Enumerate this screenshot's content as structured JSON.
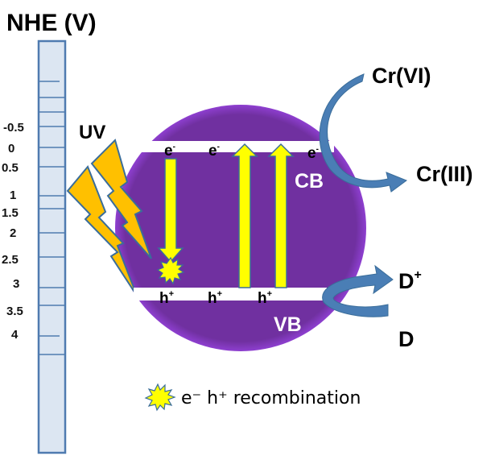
{
  "title": "NHE (V)",
  "scale": {
    "tick_labels": [
      "-0.5",
      "0",
      "0.5",
      "1",
      "1.5",
      "2",
      "2.5",
      "3",
      "3.5",
      "4"
    ],
    "fill_color": "#dce6f2",
    "stroke_color": "#4f7bb0"
  },
  "light": {
    "label": "UV",
    "color": "#ffc000"
  },
  "particle": {
    "color": "#7030a0",
    "cb_label": "CB",
    "vb_label": "VB",
    "cb_electrons": [
      "e",
      "e",
      "e"
    ],
    "electron_charge": "-",
    "vb_holes": [
      "h",
      "h",
      "h"
    ],
    "hole_charge": "+"
  },
  "arrows": {
    "color": "#ffff00",
    "outline": "#3a6d9a"
  },
  "reduction": {
    "reactant": "Cr(VI)",
    "product": "Cr(III)",
    "arrow_color": "#4a7eb5"
  },
  "oxidation": {
    "reactant": "D",
    "product": "D",
    "product_charge": "+",
    "arrow_color": "#4a7eb5"
  },
  "legend": {
    "text": "e⁻ h⁺ recombination",
    "icon": "starburst-icon"
  }
}
